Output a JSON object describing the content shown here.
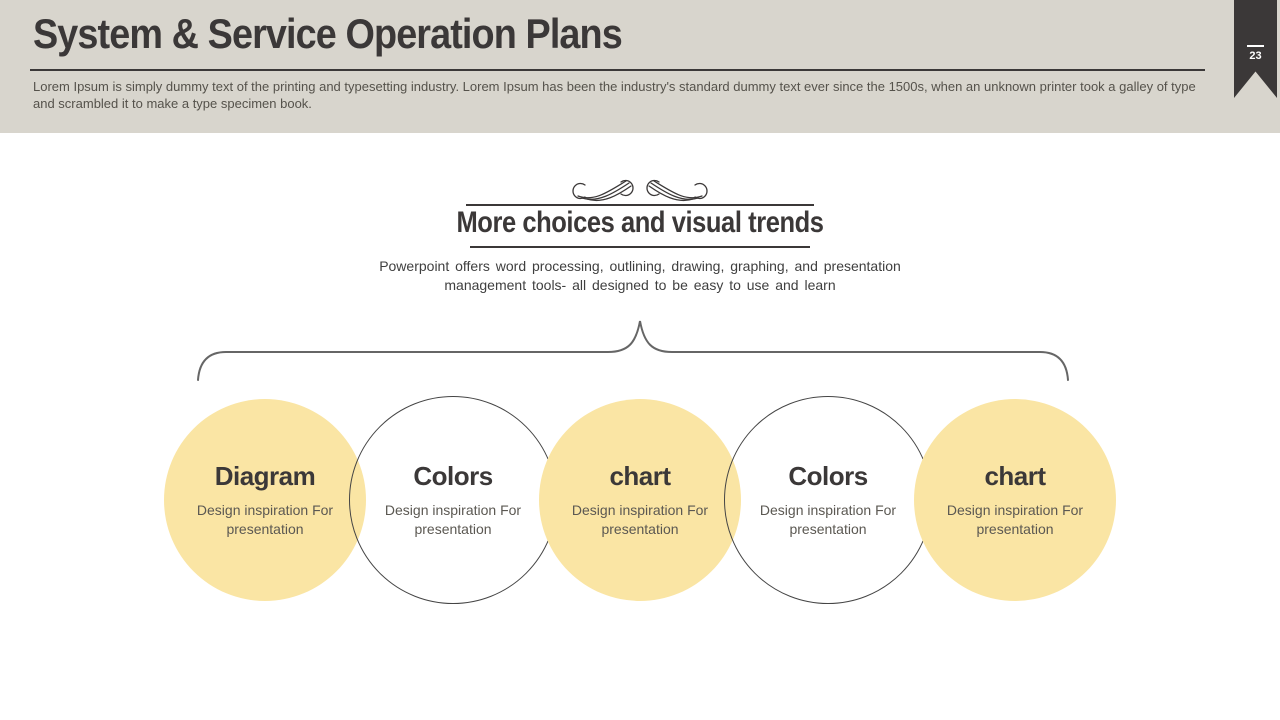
{
  "slide": {
    "header": {
      "title": "System & Service Operation Plans",
      "subtitle": "Lorem Ipsum is simply dummy text of the printing and typesetting industry. Lorem Ipsum has been the industry's standard dummy text ever since the 1500s, when an unknown printer took a galley of type and scrambled it to make a type specimen book.",
      "page_number": "23"
    },
    "section": {
      "heading": "More choices and visual trends",
      "description_line1": "Powerpoint offers word processing, outlining, drawing, graphing, and presentation",
      "description_line2": "management tools- all designed to be easy to use and learn"
    },
    "circles": [
      {
        "title": "Diagram",
        "subtitle": "Design inspiration For presentation",
        "style": "filled"
      },
      {
        "title": "Colors",
        "subtitle": "Design inspiration For presentation",
        "style": "outlined"
      },
      {
        "title": "chart",
        "subtitle": "Design inspiration For presentation",
        "style": "filled"
      },
      {
        "title": "Colors",
        "subtitle": "Design inspiration For presentation",
        "style": "outlined"
      },
      {
        "title": "chart",
        "subtitle": "Design inspiration For presentation",
        "style": "filled"
      }
    ],
    "icons": {
      "flourish": "calligraphic-flourish-icon",
      "brace": "curly-brace-icon",
      "ribbon": "bookmark-ribbon-icon"
    },
    "colors": {
      "header_bg": "#D8D5CD",
      "dark_text": "#3B3838",
      "accent_yellow": "#FAE5A4",
      "muted_text": "#5B5852",
      "brace_gray": "#666666"
    }
  }
}
